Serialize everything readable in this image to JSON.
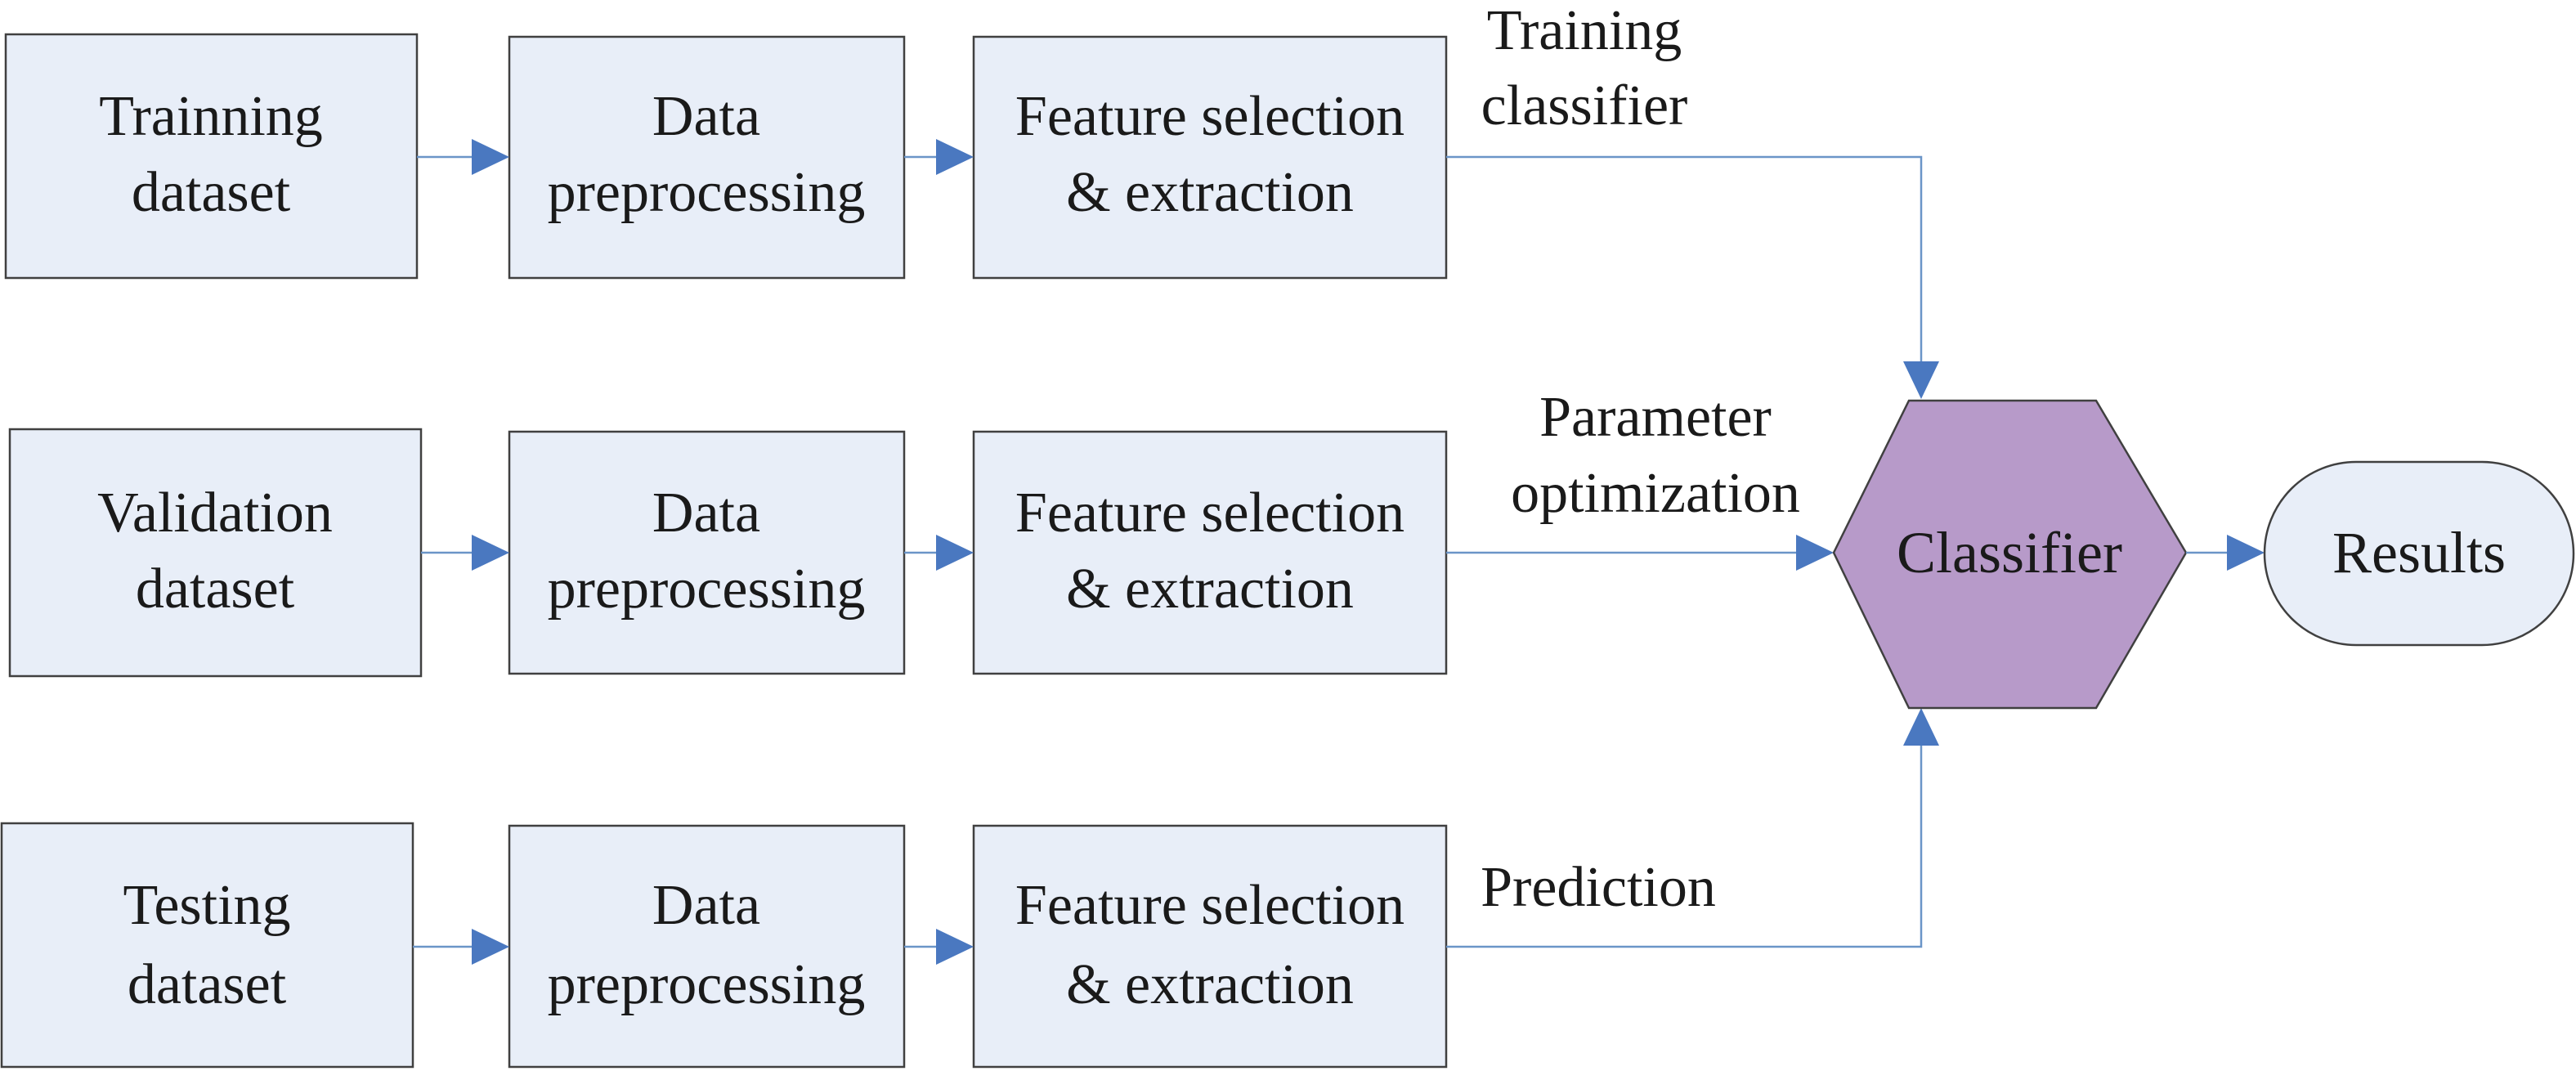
{
  "colors": {
    "box_fill": "#e8eef8",
    "box_stroke": "#404040",
    "line": "#6b95c8",
    "arrow": "#4a78c0",
    "classifier_fill": "#b79ac9",
    "classifier_stroke": "#404040",
    "results_fill": "#e8eef8"
  },
  "rows": [
    {
      "dataset": [
        "Trainning",
        "dataset"
      ],
      "preprocess": [
        "Data",
        "preprocessing"
      ],
      "feature": [
        "Feature selection",
        "& extraction"
      ],
      "edge": [
        "Training",
        "classifier"
      ]
    },
    {
      "dataset": [
        "Validation",
        "dataset"
      ],
      "preprocess": [
        "Data",
        "preprocessing"
      ],
      "feature": [
        "Feature selection",
        "& extraction"
      ],
      "edge": [
        "Parameter",
        "optimization"
      ]
    },
    {
      "dataset": [
        "Testing",
        "dataset"
      ],
      "preprocess": [
        "Data",
        "preprocessing"
      ],
      "feature": [
        "Feature selection",
        "& extraction"
      ],
      "edge": [
        "Prediction"
      ]
    }
  ],
  "classifier": {
    "label": "Classifier",
    "shape": "hexagon"
  },
  "results": {
    "label": "Results",
    "shape": "rounded-terminal"
  }
}
